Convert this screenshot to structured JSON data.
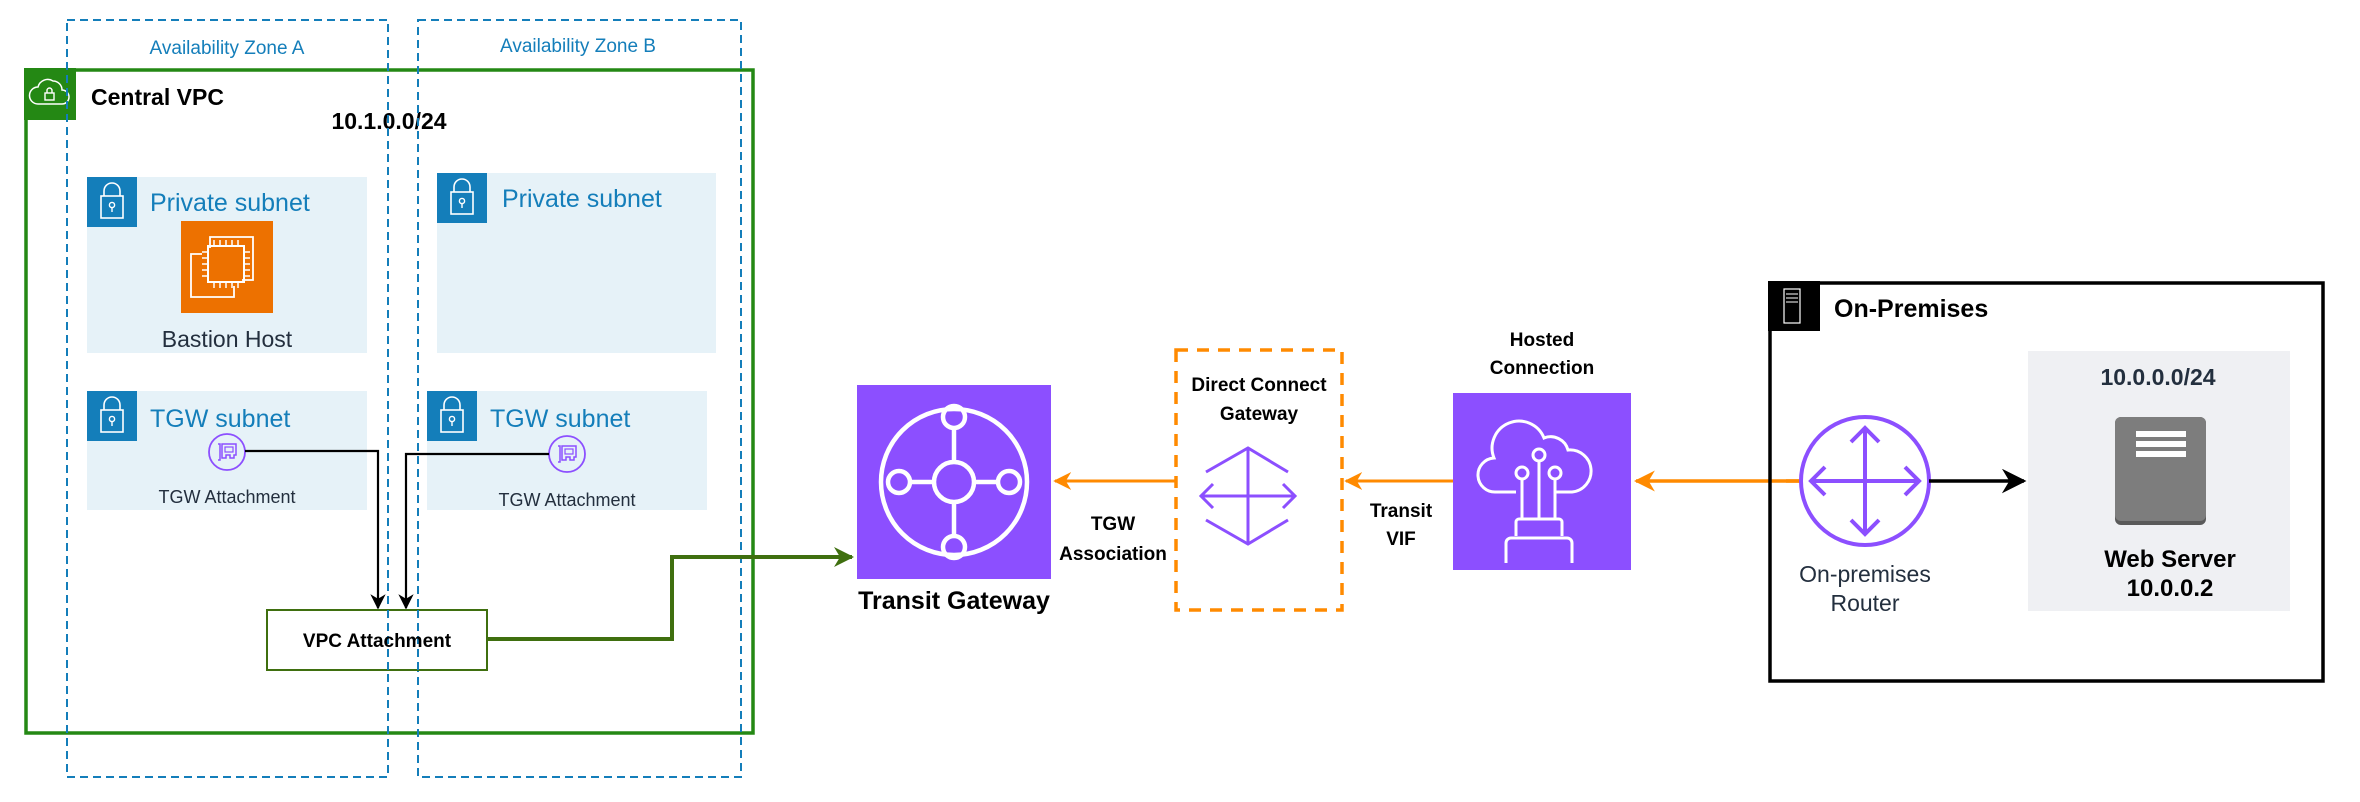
{
  "diagram": {
    "central_vpc": {
      "title": "Central VPC",
      "cidr": "10.1.0.0/24",
      "icon": "vpc-cloud-lock-icon",
      "availability_zones": [
        {
          "label": "Availability Zone A",
          "private_subnet": {
            "label": "Private subnet",
            "icon": "lock-icon",
            "resource": {
              "label": "Bastion Host",
              "icon": "ec2-instance-icon"
            }
          },
          "tgw_subnet": {
            "label": "TGW subnet",
            "icon": "lock-icon",
            "attachment": {
              "label": "TGW Attachment",
              "icon": "network-interface-icon"
            }
          }
        },
        {
          "label": "Availability Zone B",
          "private_subnet": {
            "label": "Private subnet",
            "icon": "lock-icon"
          },
          "tgw_subnet": {
            "label": "TGW subnet",
            "icon": "lock-icon",
            "attachment": {
              "label": "TGW Attachment",
              "icon": "network-interface-icon"
            }
          }
        }
      ],
      "vpc_attachment": {
        "label": "VPC Attachment"
      }
    },
    "transit_gateway": {
      "label": "Transit Gateway",
      "icon": "transit-gateway-icon"
    },
    "tgw_association": {
      "line1": "TGW",
      "line2": "Association"
    },
    "direct_connect_gateway": {
      "line1": "Direct Connect",
      "line2": "Gateway",
      "icon": "direct-connect-gateway-icon"
    },
    "transit_vif": {
      "line1": "Transit",
      "line2": "VIF"
    },
    "hosted_connection": {
      "line1": "Hosted",
      "line2": "Connection",
      "icon": "hosted-connection-icon"
    },
    "on_premises": {
      "title": "On-Premises",
      "icon": "server-rack-icon",
      "router": {
        "line1": "On-premises",
        "line2": "Router",
        "icon": "router-icon"
      },
      "network": {
        "cidr": "10.0.0.0/24",
        "server": {
          "line1": "Web Server",
          "line2": "10.0.0.2",
          "icon": "server-icon"
        }
      }
    },
    "connections": [
      {
        "from": "TGW Attachment (AZ A)",
        "to": "VPC Attachment"
      },
      {
        "from": "TGW Attachment (AZ B)",
        "to": "VPC Attachment"
      },
      {
        "from": "VPC Attachment",
        "to": "Transit Gateway"
      },
      {
        "from": "Direct Connect Gateway",
        "to": "Transit Gateway",
        "label": "TGW Association"
      },
      {
        "from": "Hosted Connection",
        "to": "Direct Connect Gateway",
        "label": "Transit VIF"
      },
      {
        "from": "On-premises Router",
        "to": "Hosted Connection"
      },
      {
        "from": "On-premises Router",
        "to": "Web Server"
      }
    ],
    "colors": {
      "vpc_green": "#248814",
      "az_blue": "#147eba",
      "subnet_fill": "#e6f2f8",
      "ec2_orange": "#ed7100",
      "network_purple": "#8c4fff",
      "direct_connect_orange": "#ff8a00",
      "attachment_green": "#3f6f0f",
      "onprem_panel": "#eff0f3",
      "server_gray": "#7d7d7d"
    }
  }
}
